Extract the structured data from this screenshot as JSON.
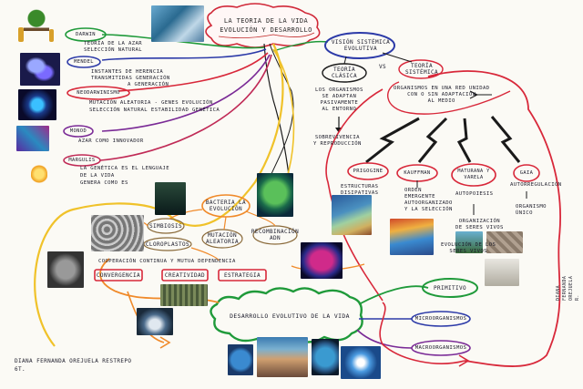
{
  "title": "LA TEORIA DE LA VIDA\nEVOLUCIÓN Y DESARROLLO",
  "left_branches": [
    {
      "name": "DARWIN",
      "lines": [
        "TEORÍA DE LA AZAR",
        "SELECCIÓN NATURAL"
      ]
    },
    {
      "name": "MENDEL",
      "lines": [
        "INSTANTES DE HERENCIA",
        "TRANSMITIDAS GENERACIÓN",
        "A GENERACIÓN"
      ]
    },
    {
      "name": "NEODARWINISMO",
      "lines": [
        "MUTACIÓN ALEATORIA - GENES EVOLUCIÓN",
        "SELECCIÓN NATURAL ESTABILIDAD GENÉTICA"
      ]
    },
    {
      "name": "MONOD",
      "lines": [
        "AZAR COMO INNOVADOR"
      ]
    },
    {
      "name": "MARGULIS",
      "lines": [
        "LA GENÉTICA ES EL LENGUAJE",
        "DE LA VIDA",
        "GENERA COMO ES"
      ]
    }
  ],
  "right": {
    "vision": "VISIÓN SISTÉMICA\nEVOLUTIVA",
    "teoria_clasica": "TEORÍA\nCLÁSICA",
    "vs": "VS",
    "teoria_sistemica": "TEORÍA\nSISTÉMICA",
    "clasica_text": "LOS ORGANISMOS\nSE ADAPTAN\nPASIVAMENTE\nAL ENTORNO",
    "clasica_sub": "SOBREVIVENCIA\nY REPRODUCCIÓN",
    "sistemica_text": "ORGANISMOS EN UNA RED UNIDAD\nCON O SIN ADAPTACIÓN\nAL MEDIO",
    "scientists": [
      "PRIGOGINE",
      "KAUFFMAN",
      "MATURANA Y VARELA",
      "GAIA"
    ],
    "scientist_texts": [
      "ESTRUCTURAS\nDISIPATIVAS",
      "ORDEN\nEMERGENTE\nAUTOORGANIZADO\nY LA SELECCIÓN",
      "AUTOPOIESIS",
      "AUTORREGULACIÓN"
    ],
    "maturana_sub": "ORGANIZACIÓN\nDE SERES VIVOS",
    "gaia_sub": "ORGANISMO\nÚNICO",
    "evolucion_seres": "EVOLUCIÓN DE LOS\nSERES VIVOS",
    "primitive": "PRIMITIVO",
    "micro": "MICROORGANISMOS",
    "macro": "MACROORGANISMOS"
  },
  "center": {
    "bacteria": "BACTERIA LA\nEVOLUCIÓN",
    "simbiosis": "SIMBIOSIS",
    "cloro": "CLOROPLASTOS",
    "mutacion": "MUTACIÓN\nALEATORIA",
    "recombinacion": "RECOMBINACIÓN\nADN",
    "coop": "COOPERACIÓN CONTINUA Y MUTUA DEPENDENCIA",
    "boxes": [
      "CONVERGENCIA",
      "CREATIVIDAD",
      "ESTRATEGIA"
    ],
    "desarrollo": "DESARROLLO EVOLUTIVO DE LA VIDA"
  },
  "signature": "DIANA FERNANDA OREJUELA RESTREPO\n6T.",
  "signature_vertical": "DIANA FERNANDA OREJUELA R.",
  "colors": {
    "green": "#1f9a3a",
    "blue": "#2c3aa8",
    "red": "#d8283a",
    "purple": "#7a2a96",
    "yellow": "#f0c22a",
    "orange": "#f08a2a",
    "black": "#1a1a1a",
    "brown": "#8a6a3a"
  }
}
